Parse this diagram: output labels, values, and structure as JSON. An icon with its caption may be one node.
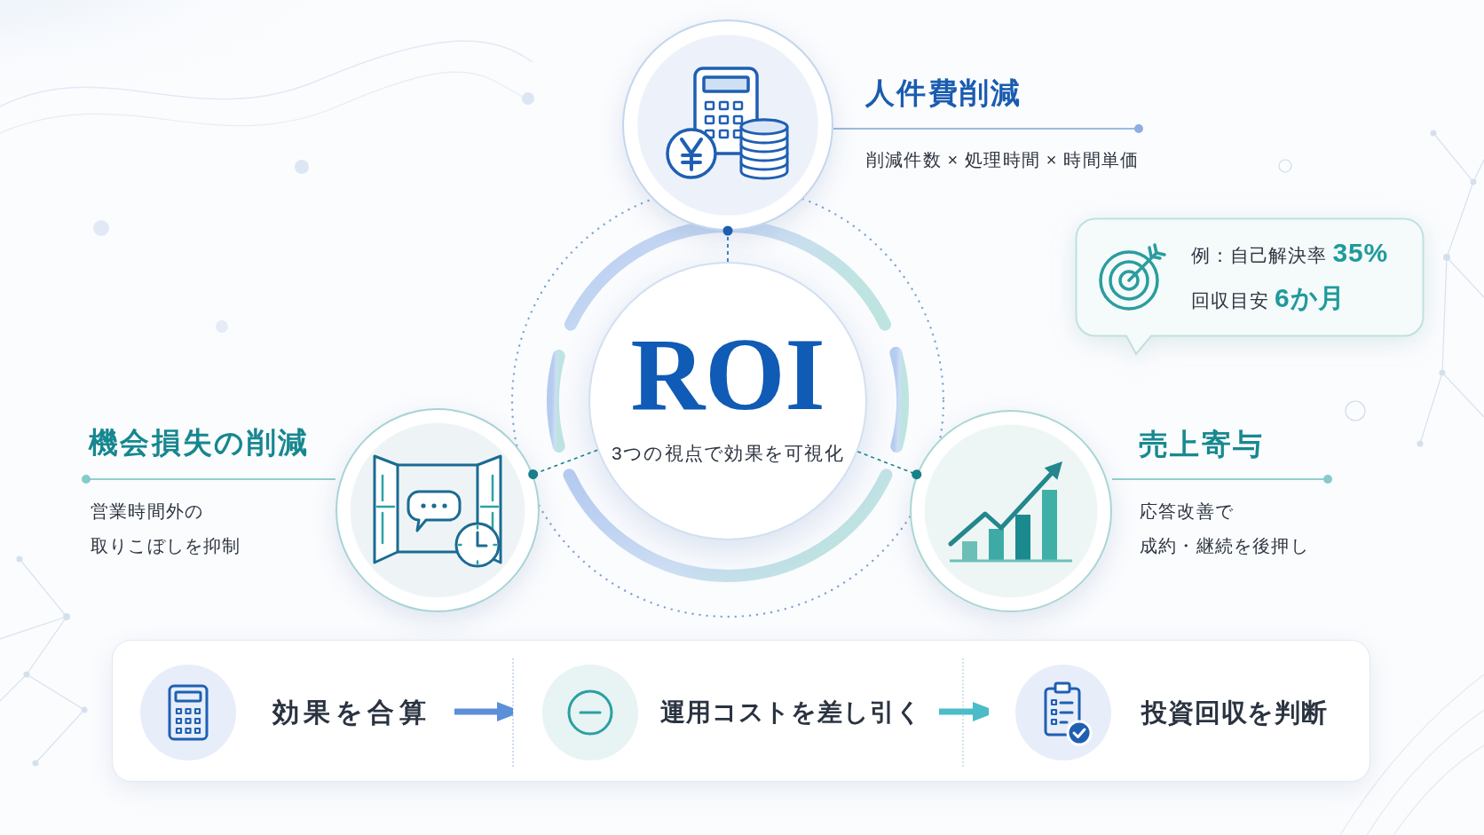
{
  "diagram": {
    "nodes": [
      {
        "text": [
          "ROI",
          "3つの視点で効果を可視化"
        ]
      },
      {
        "text": [],
        "shape": "circle",
        "beside": [
          "人件費削減",
          "削減件数 × 処理時間 × 時間単価"
        ]
      },
      {
        "text": [],
        "shape": "circle",
        "beside": [
          "機会損失の削減",
          "営業時間外の",
          "取りこぼしを抑制"
        ]
      },
      {
        "text": [],
        "shape": "circle",
        "beside": [
          "売上寄与",
          "応答改善で",
          "成約・継続を後押し"
        ]
      },
      {
        "text": [
          "例：自己解決率 **35%**",
          "回収目安 **6か月**"
        ]
      },
      {
        "text": [],
        "shape": "box"
      },
      {
        "text": [
          "効果を合算"
        ],
        "in": 5
      },
      {
        "text": [
          "運用コストを差し引く"
        ],
        "in": 5
      },
      {
        "text": [
          "投資回収を判断"
        ],
        "in": 5
      }
    ],
    "edges": [
      {
        "from": 0,
        "to": 1,
        "arrow": "other",
        "style": "dashed",
        "color": "#1c5fb0"
      },
      {
        "from": 0,
        "to": 2,
        "arrow": "other",
        "style": "dashed",
        "color": "#17808a"
      },
      {
        "from": 0,
        "to": 3,
        "arrow": "other",
        "style": "dashed",
        "color": "#17808a"
      },
      {
        "from": 6,
        "to": 7,
        "arrow": "to",
        "style": "thick",
        "color": "#5b8fd8"
      },
      {
        "from": 7,
        "to": 8,
        "arrow": "to",
        "style": "thick",
        "color": "#4bbcc8"
      }
    ]
  }
}
